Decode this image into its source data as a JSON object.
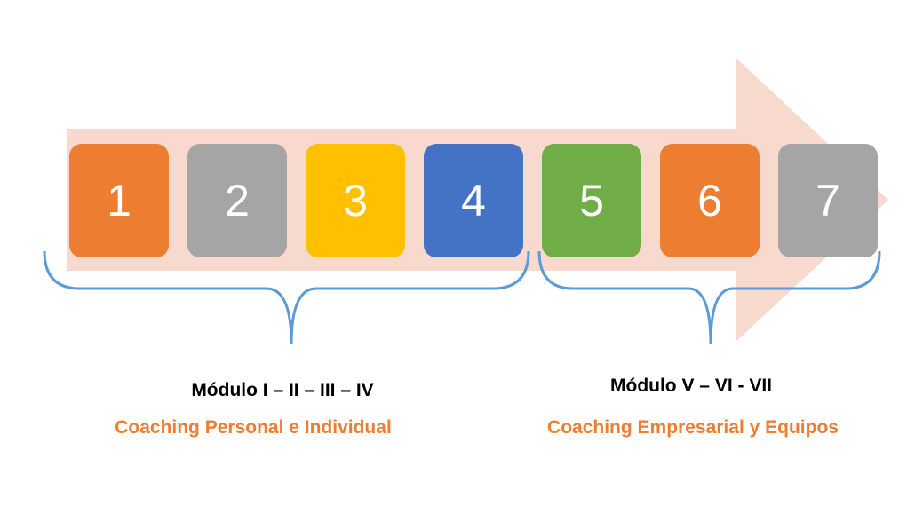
{
  "steps": [
    {
      "label": "1",
      "color": "#ED7D31"
    },
    {
      "label": "2",
      "color": "#A5A5A5"
    },
    {
      "label": "3",
      "color": "#FFC000"
    },
    {
      "label": "4",
      "color": "#4472C4"
    },
    {
      "label": "5",
      "color": "#70AD47"
    },
    {
      "label": "6",
      "color": "#ED7D31"
    },
    {
      "label": "7",
      "color": "#A5A5A5"
    }
  ],
  "arrow_color": "#F8D9CE",
  "brace_color": "#5B9BD5",
  "groups": [
    {
      "module": "Módulo I – II – III – IV",
      "title": "Coaching Personal e Individual"
    },
    {
      "module": "Módulo V – VI - VII",
      "title": "Coaching Empresarial y Equipos"
    }
  ],
  "title_color": "#ED7D31"
}
